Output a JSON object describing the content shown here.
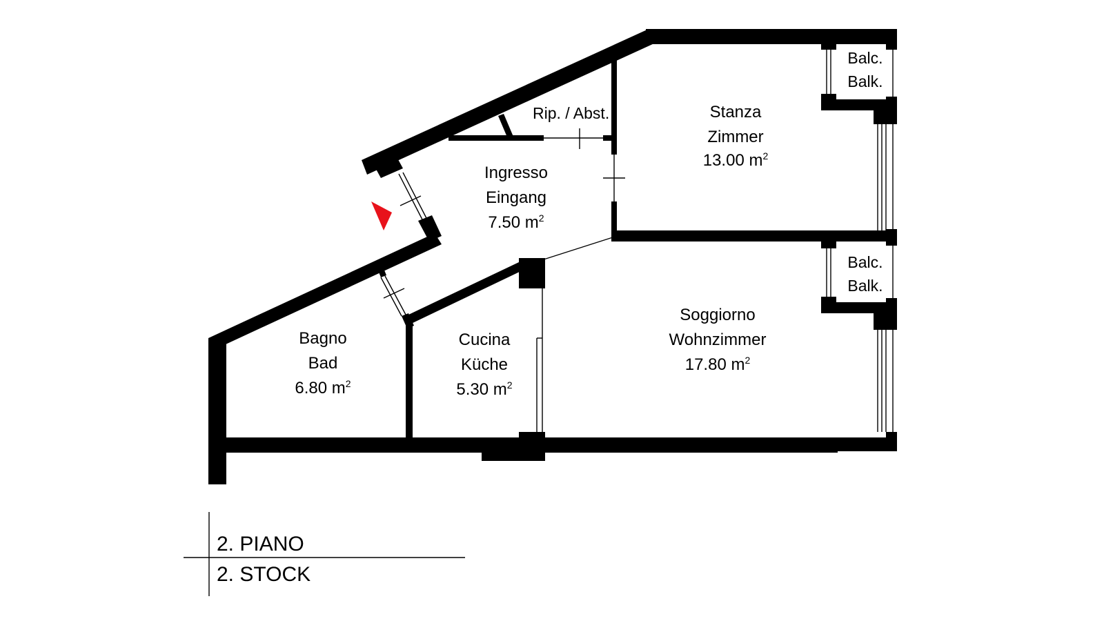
{
  "colors": {
    "walls": "#000000",
    "background": "#ffffff",
    "entrance_marker": "#e8121b"
  },
  "icons": {
    "entrance": "entrance-arrow-icon"
  },
  "rooms": {
    "storage": {
      "name": "Rip. / Abst."
    },
    "entrance": {
      "name_it": "Ingresso",
      "name_de": "Eingang",
      "area": "7.50 m",
      "unit_sup": "2"
    },
    "bedroom": {
      "name_it": "Stanza",
      "name_de": "Zimmer",
      "area": "13.00 m",
      "unit_sup": "2"
    },
    "living": {
      "name_it": "Soggiorno",
      "name_de": "Wohnzimmer",
      "area": "17.80 m",
      "unit_sup": "2"
    },
    "bathroom": {
      "name_it": "Bagno",
      "name_de": "Bad",
      "area": "6.80 m",
      "unit_sup": "2"
    },
    "kitchen": {
      "name_it": "Cucina",
      "name_de": "Küche",
      "area": "5.30 m",
      "unit_sup": "2"
    },
    "balcony_top": {
      "name_it": "Balc.",
      "name_de": "Balk."
    },
    "balcony_bottom": {
      "name_it": "Balc.",
      "name_de": "Balk."
    }
  },
  "legend": {
    "floor_it": "2. PIANO",
    "floor_de": "2. STOCK"
  }
}
